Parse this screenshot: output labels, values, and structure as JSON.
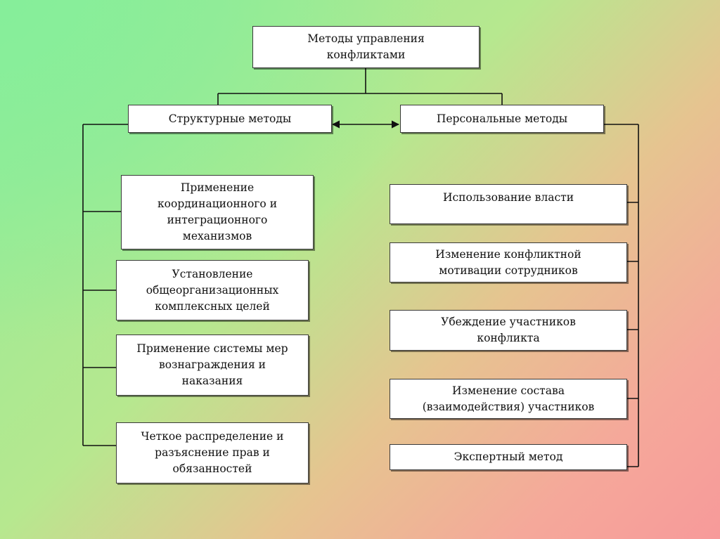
{
  "root": {
    "title": "Методы управления\nконфликтами"
  },
  "structural": {
    "title": "Структурные методы",
    "items": [
      "Применение\nкоординационного и\nинтеграционного\nмеханизмов",
      "Установление\nобщеорганизационных\nкомплексных целей",
      "Применение системы мер\nвознаграждения и\nнаказания",
      "Четкое распределение и\nразъяснение прав и\nобязанностей"
    ]
  },
  "personal": {
    "title": "Персональные методы",
    "items": [
      "Использование власти",
      "Изменение конфликтной\nмотивации сотрудников",
      "Убеждение участников\nконфликта",
      "Изменение состава\n(взаимодействия) участников",
      "Экспертный метод"
    ]
  },
  "colors": {
    "line": "#111111",
    "box_bg": "#ffffff"
  }
}
